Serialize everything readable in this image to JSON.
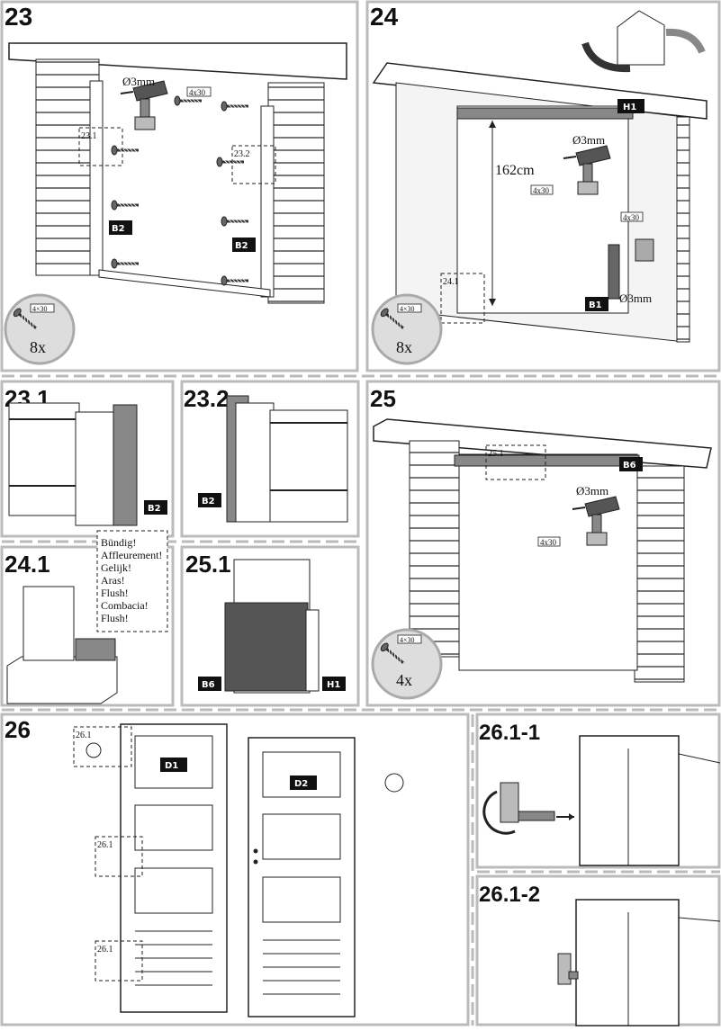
{
  "steps": {
    "s23": {
      "number": "23",
      "drill": "Ø3mm",
      "screw_size": "4x30",
      "label_b2_left": "B2",
      "label_b2_right": "B2",
      "detail_231": "23.1",
      "detail_232": "23.2",
      "screw_badge_size": "4×30",
      "screw_badge_count": "8x"
    },
    "s24": {
      "number": "24",
      "beam_label": "H1",
      "drill_top": "Ø3mm",
      "height": "162cm",
      "screw_top": "4x30",
      "screw_hinge": "4x30",
      "drill_bottom": "Ø3mm",
      "floor_label": "B1",
      "detail_241": "24.1",
      "screw_badge_size": "4×30",
      "screw_badge_count": "8x"
    },
    "s231": {
      "number": "23.1",
      "label": "B2"
    },
    "s232": {
      "number": "23.2",
      "label": "B2"
    },
    "s25": {
      "number": "25",
      "beam_label": "B6",
      "detail_251": "25.1",
      "drill": "Ø3mm",
      "screw_size": "4x30",
      "screw_badge_size": "4×30",
      "screw_badge_count": "4x"
    },
    "s241": {
      "number": "24.1",
      "flush_lines": [
        "Bündig!",
        "Affleurement!",
        "Gelijk!",
        "Aras!",
        "Flush!",
        "Combacia!",
        "Flush!"
      ]
    },
    "s251": {
      "number": "25.1",
      "label_left": "B6",
      "label_right": "H1"
    },
    "s26": {
      "number": "26",
      "door_left": "D1",
      "door_right": "D2",
      "detail_top": "26.1",
      "detail_mid": "26.1",
      "detail_bottom": "26.1"
    },
    "s2611": {
      "number": "26.1-1"
    },
    "s2612": {
      "number": "26.1-2"
    }
  },
  "icons": [
    "screw-icon",
    "drill-icon",
    "rotate-house-icon",
    "rotation-arrow-icon",
    "hinge-icon"
  ]
}
